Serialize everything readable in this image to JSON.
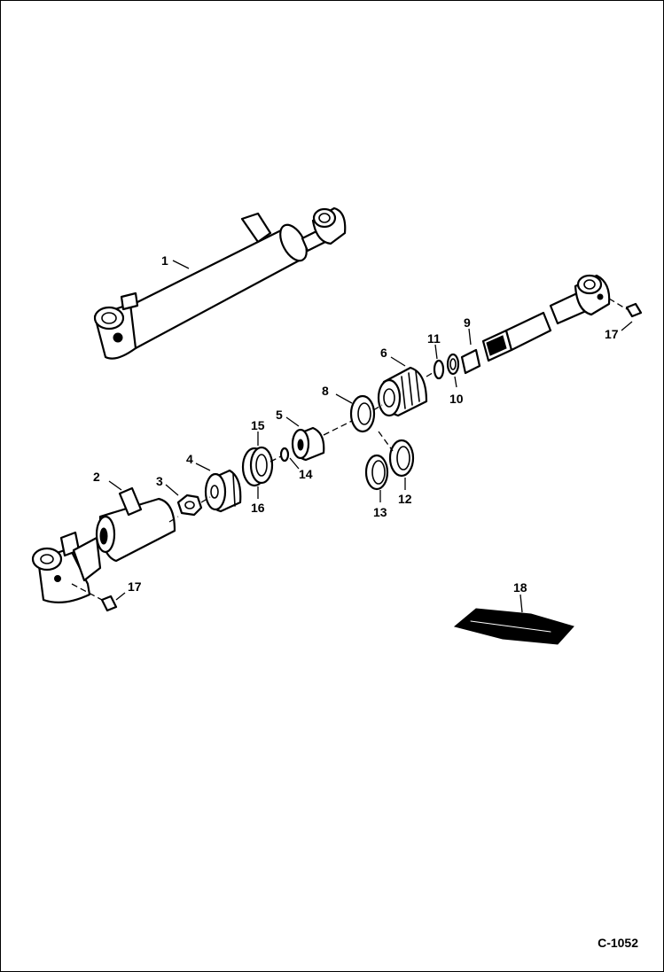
{
  "figure_id": "C-1052",
  "callouts": {
    "c1": "1",
    "c2": "2",
    "c3": "3",
    "c4": "4",
    "c5": "5",
    "c6": "6",
    "c8": "8",
    "c9": "9",
    "c10": "10",
    "c11": "11",
    "c12": "12",
    "c13": "13",
    "c14": "14",
    "c15": "15",
    "c16": "16",
    "c17a": "17",
    "c17b": "17",
    "c18": "18"
  }
}
